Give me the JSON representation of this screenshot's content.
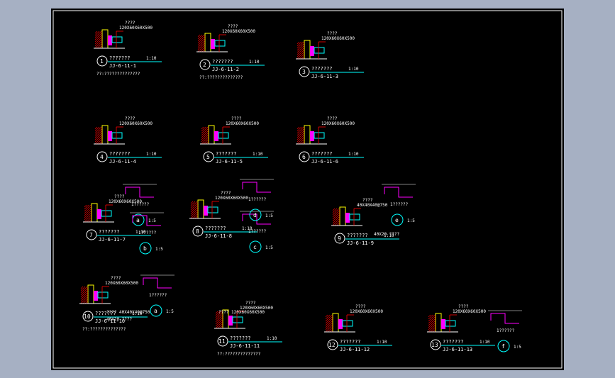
{
  "drawing": {
    "background_color": "#000000",
    "viewport_color": "#a6b0c3",
    "colors": {
      "cyan": "#00ffff",
      "magenta": "#ff00ff",
      "yellow": "#ffff00",
      "red": "#ff0000",
      "white": "#ffffff",
      "green": "#00ff00"
    }
  },
  "details": [
    {
      "id": "d1",
      "num": "1",
      "title": "???????",
      "scale": "1:10",
      "ref": "JJ-6-11-1",
      "note": "??:??????????????",
      "callout_a": "????",
      "callout_b": "120X60X60X500"
    },
    {
      "id": "d2",
      "num": "2",
      "title": "???????",
      "scale": "1:10",
      "ref": "JJ-6-11-2",
      "note": "??:??????????????",
      "callout_a": "????",
      "callout_b": "120X60X60X500"
    },
    {
      "id": "d3",
      "num": "3",
      "title": "???????",
      "scale": "1:10",
      "ref": "JJ-6-11-3",
      "note": "",
      "callout_a": "????",
      "callout_b": "120X60X60X500"
    },
    {
      "id": "d4",
      "num": "4",
      "title": "???????",
      "scale": "1:10",
      "ref": "JJ-6-11-4",
      "note": "",
      "callout_a": "????",
      "callout_b": "120X60X60X500"
    },
    {
      "id": "d5",
      "num": "5",
      "title": "???????",
      "scale": "1:10",
      "ref": "JJ-6-11-5",
      "note": "",
      "callout_a": "????",
      "callout_b": "120X60X60X500"
    },
    {
      "id": "d6",
      "num": "6",
      "title": "???????",
      "scale": "1:10",
      "ref": "JJ-6-11-6",
      "note": "",
      "callout_a": "????",
      "callout_b": "120X60X60X500"
    },
    {
      "id": "d7",
      "num": "7",
      "title": "???????",
      "scale": "1:10",
      "ref": "JJ-6-11-7",
      "note": "",
      "callout_a": "????",
      "callout_b": "120X60X60X500"
    },
    {
      "id": "d8",
      "num": "8",
      "title": "???????",
      "scale": "1:10",
      "ref": "JJ-6-11-8",
      "note": "",
      "callout_a": "????",
      "callout_b": "120X60X60X500"
    },
    {
      "id": "d9",
      "num": "9",
      "title": "???????",
      "scale": "1:10",
      "ref": "JJ-6-11-9",
      "note": "",
      "callout_a": "????",
      "callout_b": "40X40X40@750"
    },
    {
      "id": "d10",
      "num": "10",
      "title": "???????",
      "scale": "1:10",
      "ref": "JJ-6-11-10",
      "note": "??:??????????????",
      "callout_a": "????",
      "callout_b": "120X60X60X500"
    },
    {
      "id": "d11",
      "num": "11",
      "title": "???????",
      "scale": "1:10",
      "ref": "JJ-6-11-11",
      "note": "??:??????????????",
      "callout_a": "????",
      "callout_b": "120X60X60X500"
    },
    {
      "id": "d12",
      "num": "12",
      "title": "???????",
      "scale": "1:10",
      "ref": "JJ-6-11-12",
      "note": "",
      "callout_a": "????",
      "callout_b": "120X60X60X500"
    },
    {
      "id": "d13",
      "num": "13",
      "title": "???????",
      "scale": "1:10",
      "ref": "JJ-6-11-13",
      "note": "",
      "callout_a": "????",
      "callout_b": "120X60X60X500"
    }
  ],
  "subdetails": [
    {
      "id": "sa",
      "letter": "a",
      "scale": "1:5",
      "label": "1??????"
    },
    {
      "id": "sb",
      "letter": "b",
      "scale": "1:5",
      "label": "1??????"
    },
    {
      "id": "sc",
      "letter": "c",
      "scale": "1:5",
      "label": "1??????"
    },
    {
      "id": "sd",
      "letter": "d",
      "scale": "1:5",
      "label": "1??????"
    },
    {
      "id": "se",
      "letter": "e",
      "scale": "1:5",
      "label": "1??????"
    },
    {
      "id": "sf",
      "letter": "f",
      "scale": "1:5",
      "label": "1??????"
    },
    {
      "id": "sa2",
      "letter": "a",
      "scale": "1:5",
      "label": "1??????"
    }
  ],
  "extra_labels": {
    "d9_second": "40X20 ????",
    "d10_second": "40X20 ????",
    "d10_first": "???? 40X40X40@750",
    "d11_first": "???? 120X60X60X500"
  }
}
